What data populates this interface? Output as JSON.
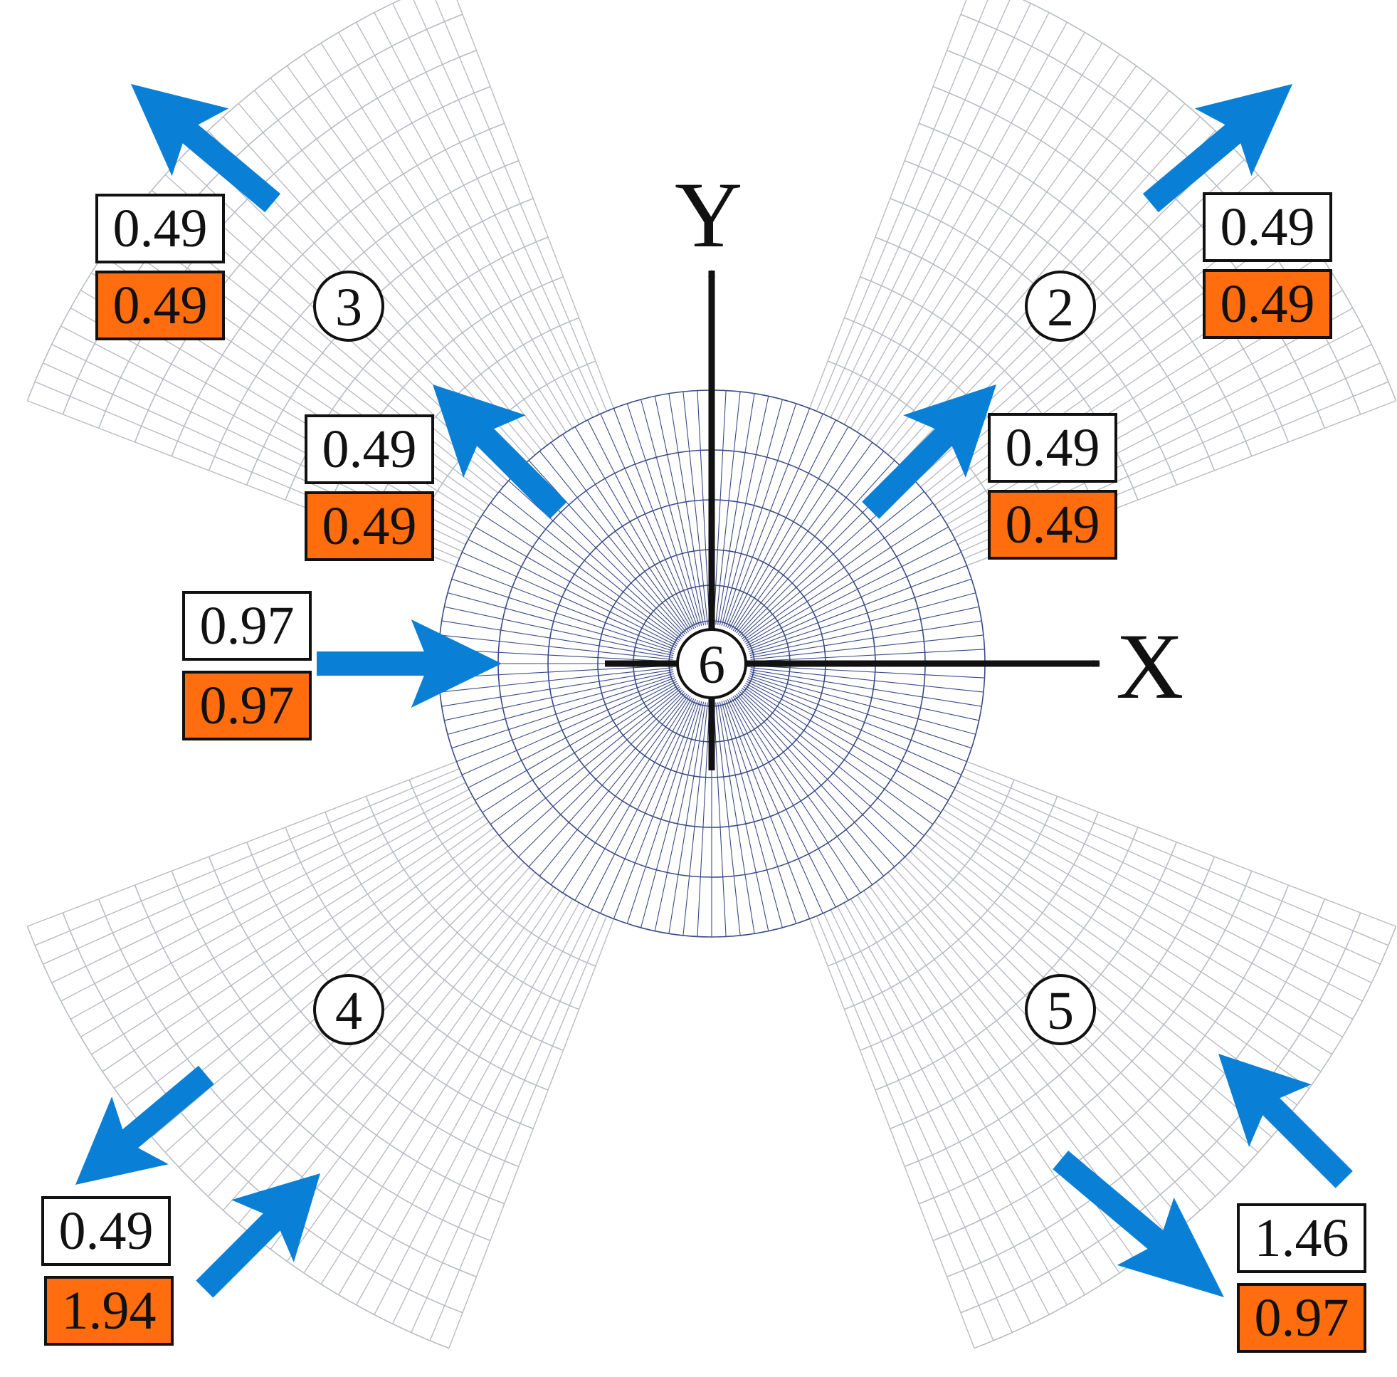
{
  "colors": {
    "arrow": "#0a7fd6",
    "orange_box": "#ff6d0f",
    "grid_outer": "#b9bcc4",
    "grid_center": "#3a4a86",
    "axis": "#111111"
  },
  "axes": {
    "x_label": "X",
    "y_label": "Y"
  },
  "regions": [
    {
      "id": "2",
      "label": "2",
      "white_value": "0.49",
      "orange_value": "0.49"
    },
    {
      "id": "3",
      "label": "3",
      "white_value": "0.49",
      "orange_value": "0.49"
    },
    {
      "id": "4",
      "label": "4",
      "white_value": "0.49",
      "orange_value": "1.94"
    },
    {
      "id": "5",
      "label": "5",
      "white_value": "1.46",
      "orange_value": "0.97"
    },
    {
      "id": "6",
      "label": "6"
    }
  ],
  "boundary_labels": [
    {
      "between": "6-2",
      "white_value": "0.49",
      "orange_value": "0.49"
    },
    {
      "between": "6-3",
      "white_value": "0.49",
      "orange_value": "0.49"
    },
    {
      "between": "inlet-6",
      "white_value": "0.97",
      "orange_value": "0.97"
    }
  ],
  "icons": {
    "flow_arrow": "flow-arrow-icon"
  }
}
